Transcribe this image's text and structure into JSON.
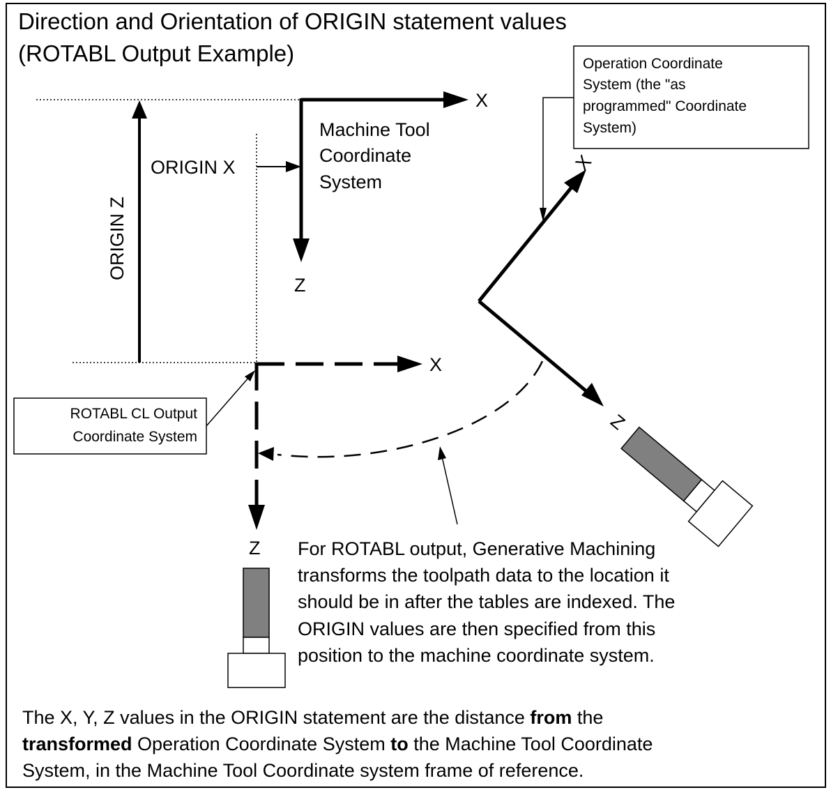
{
  "title": {
    "line1": "Direction and Orientation of ORIGIN statement values",
    "line2": "(ROTABL Output Example)"
  },
  "machine_tool": {
    "label_line1": "Machine Tool",
    "label_line2": "Coordinate",
    "label_line3": "System",
    "axis_x": "X",
    "axis_z": "Z"
  },
  "origin_labels": {
    "origin_x": "ORIGIN X",
    "origin_z": "ORIGIN Z"
  },
  "operation": {
    "callout_line1": "Operation Coordinate",
    "callout_line2": "System (the \"as",
    "callout_line3": "programmed\" Coordinate",
    "callout_line4": "System)",
    "axis_x": "X",
    "axis_z": "Z"
  },
  "rotabl": {
    "callout_line1": "ROTABL CL Output",
    "callout_line2": "Coordinate System",
    "axis_x": "X",
    "axis_z": "Z"
  },
  "note": {
    "line1": "For ROTABL output, Generative Machining",
    "line2": "transforms the toolpath data to the location it",
    "line3": "should be in after the tables are indexed. The",
    "line4": "ORIGIN values are then specified from this",
    "line5": "position to the machine coordinate system."
  },
  "footer": {
    "l1a": "The X, Y, Z values in the ORIGIN statement are the distance ",
    "l1b": "from",
    "l1c": " the",
    "l2a": "transformed",
    "l2b": " Operation Coordinate System ",
    "l2c": "to",
    "l2d": " the Machine Tool Coordinate",
    "l3": "System, in the Machine Tool Coordinate system frame of reference."
  },
  "colors": {
    "line": "#000000",
    "tool_body": "#808080",
    "background": "#ffffff"
  }
}
